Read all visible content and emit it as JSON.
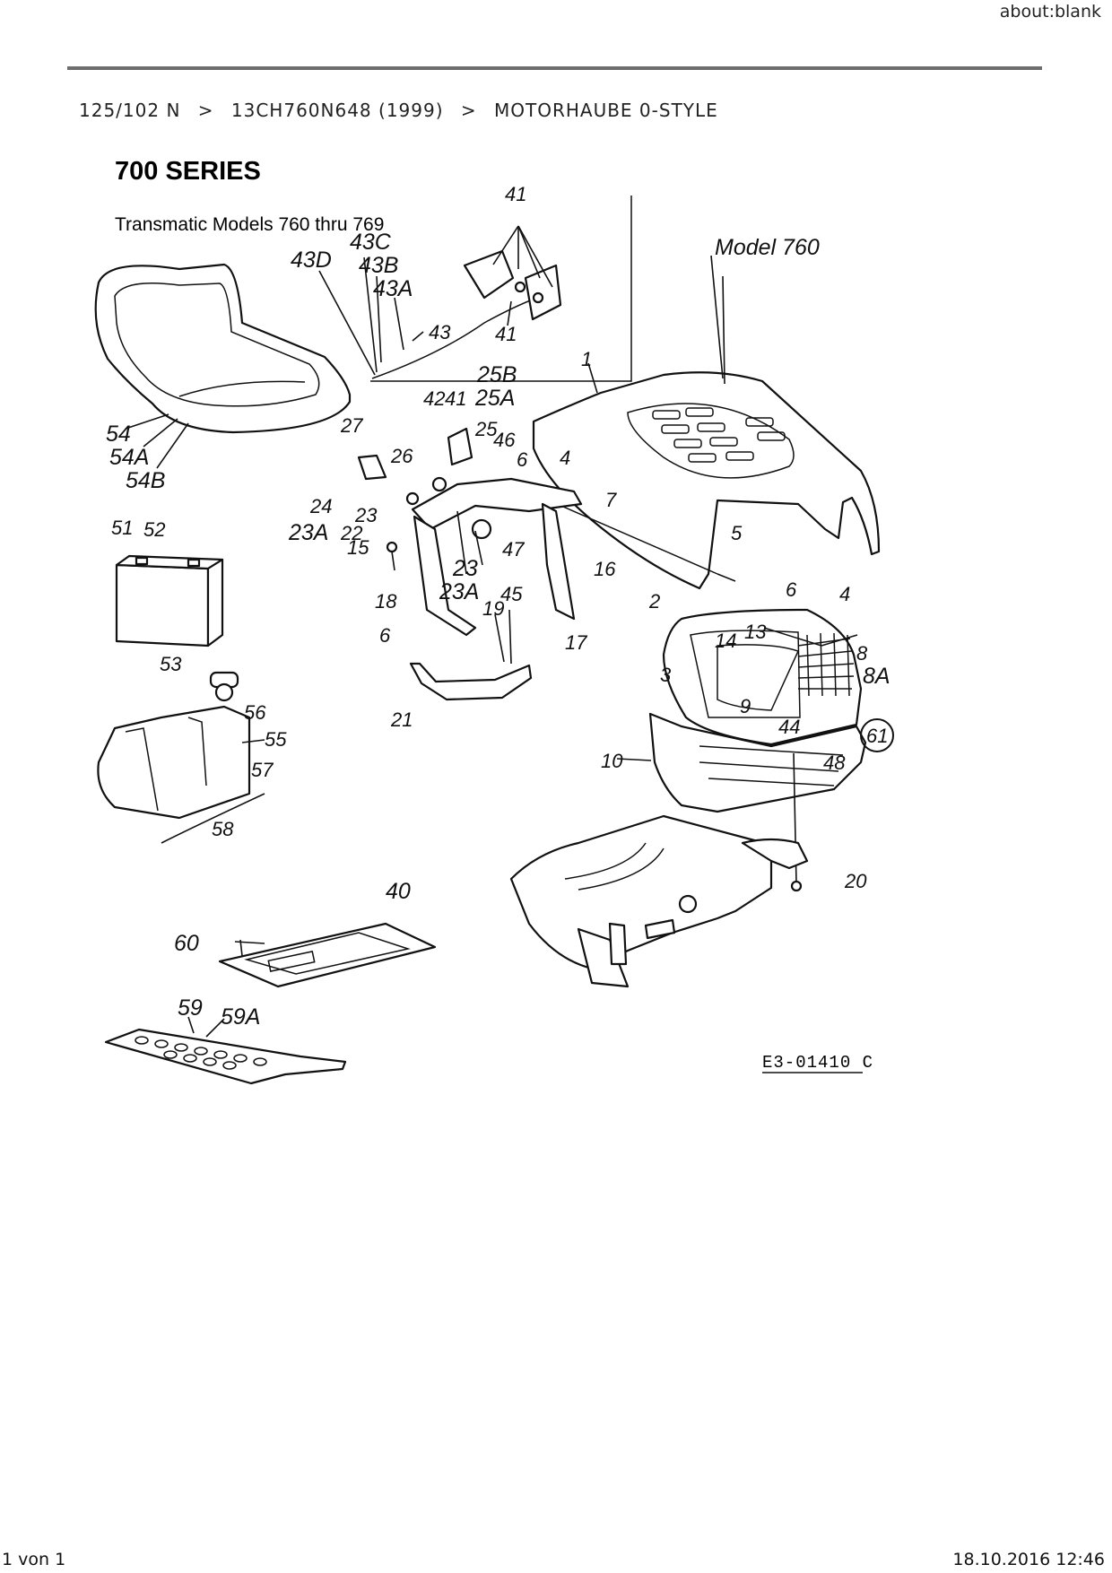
{
  "header": {
    "url": "about:blank"
  },
  "breadcrumb": [
    "125/102 N",
    "13CH760N648 (1999)",
    "MOTORHAUBE 0-STYLE"
  ],
  "breadcrumb_separator": ">",
  "diagram": {
    "title": "700 SERIES",
    "subtitle": "Transmatic Models 760 thru 769",
    "model_label": "Model 760",
    "drawing_code": "E3-01410 C",
    "callout_circle": "61",
    "labels": {
      "l1": "1",
      "l2": "2",
      "l3": "3",
      "l4a": "4",
      "l4b": "4",
      "l5": "5",
      "l6a": "6",
      "l6b": "6",
      "l6c": "6",
      "l7": "7",
      "l8": "8",
      "l8a": "8A",
      "l9": "9",
      "l10": "10",
      "l13": "13",
      "l14": "14",
      "l15": "15",
      "l16": "16",
      "l17": "17",
      "l18": "18",
      "l19": "19",
      "l20": "20",
      "l21": "21",
      "l22": "22",
      "l23a": "23",
      "l23b": "23",
      "l23A1": "23A",
      "l23A2": "23A",
      "l24": "24",
      "l25": "25",
      "l25A": "25A",
      "l25B": "25B",
      "l26": "26",
      "l27": "27",
      "l40": "40",
      "l41a": "41",
      "l41b": "41",
      "l41c": "41",
      "l42": "42",
      "l43": "43",
      "l43A": "43A",
      "l43B": "43B",
      "l43C": "43C",
      "l43D": "43D",
      "l44": "44",
      "l45": "45",
      "l46": "46",
      "l47": "47",
      "l48": "48",
      "l51": "51",
      "l52": "52",
      "l53": "53",
      "l54": "54",
      "l54A": "54A",
      "l54B": "54B",
      "l55": "55",
      "l56": "56",
      "l57": "57",
      "l58": "58",
      "l59": "59",
      "l59A": "59A",
      "l60": "60"
    }
  },
  "footer": {
    "page": "1 von 1",
    "datetime": "18.10.2016 12:46"
  }
}
